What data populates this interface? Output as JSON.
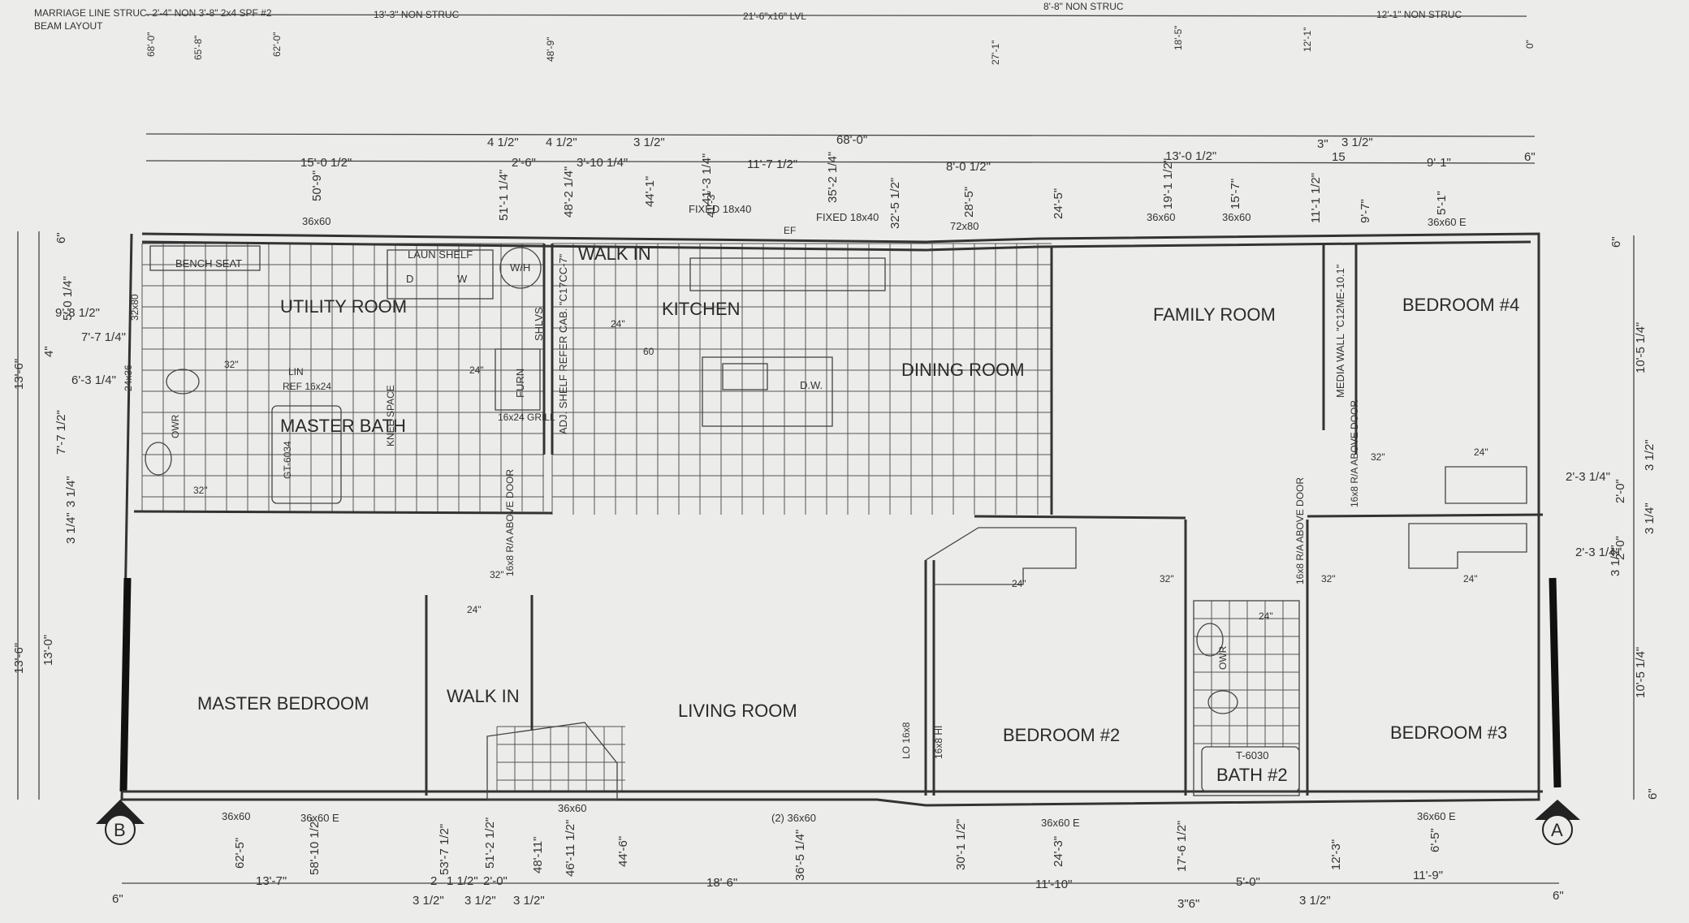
{
  "header_notes": {
    "line1": "MARRIAGE LINE STRUC. 2'-4\" NON 3'-8\" 2x4 SPF #2",
    "line2": "BEAM LAYOUT",
    "beam_labels": [
      "13'-3\" NON STRUC",
      "21'-6\"x16\" LVL",
      "8'-8\" NON STRUC",
      "12'-1\" NON STRUC"
    ],
    "beam_ticks": [
      "68'-0\"",
      "65'-8\"",
      "62'-0\"",
      "48'-9\"",
      "27'-1\"",
      "18'-5\"",
      "12'-1\"",
      "0\""
    ]
  },
  "rooms": {
    "utility": "UTILITY ROOM",
    "kitchen": "KITCHEN",
    "dining": "DINING ROOM",
    "family": "FAMILY ROOM",
    "bedroom4": "BEDROOM #4",
    "master_bath": "MASTER BATH",
    "master_bedroom": "MASTER BEDROOM",
    "walk_in_1": "WALK IN",
    "walk_in_2": "WALK IN",
    "living": "LIVING ROOM",
    "bedroom2": "BEDROOM #2",
    "bedroom3": "BEDROOM #3",
    "bath2": "BATH #2"
  },
  "fixtures": {
    "bench_seat": "BENCH SEAT",
    "laun_shelf": "LAUN SHELF",
    "dryer": "D",
    "washer": "W",
    "water_heater": "W/H",
    "shelves": "SHLVS",
    "furnace": "FURN",
    "grill": "16x24 GRILL",
    "refer_cab": "ADJ. SHELF REFER CAB. \"C17CC-7\"",
    "dishwasher": "D.W.",
    "media_wall": "MEDIA WALL \"C12ME-10.1\"",
    "tub": "T-6030",
    "linen": "LIN",
    "owr": "OWR",
    "knee_space": "KNEE SPACE",
    "fixed_1": "FIXED 18x40",
    "fixed_2": "FIXED 18x40",
    "ra_door_1": "16x8 R/A ABOVE DOOR",
    "ra_door_2": "16x8 R/A ABOVE DOOR",
    "ra_door_3": "16x8 R/A ABOVE DOOR"
  },
  "windows_top": [
    "36x60",
    "41'-3\"",
    "72x80",
    "36x60",
    "36x60",
    "36x60 E"
  ],
  "windows_bottom": [
    "36x60",
    "36x60 E",
    "36x60",
    "(2) 36x60",
    "36x60 E",
    "36x60 E"
  ],
  "door_widths": [
    "32\"",
    "24\"",
    "60",
    "24\"",
    "32\"",
    "24\"",
    "32\"",
    "32\"",
    "24\"",
    "24\"",
    "32\"",
    "32\"",
    "24\"",
    "24\""
  ],
  "dims_top_overall": "68'-0\"",
  "dims_top": [
    "15'-0 1/2\"",
    "2'-6\"",
    "3'-10 1/4\"",
    "11'-7 1/2\"",
    "8'-0 1/2\"",
    "13'-0 1/2\"",
    "15",
    "9'-1\"",
    "6\"",
    "4 1/2\"",
    "4 1/2\"",
    "3 1/2\"",
    "3\"",
    "3 1/2\""
  ],
  "dims_top_vertical": [
    "50'-9\"",
    "51'-1 1/4\"",
    "48'-2 1/4\"",
    "44'-1\"",
    "41'-3 1/4\"",
    "35'-2 1/4\"",
    "32'-5 1/2\"",
    "28'-5\"",
    "24'-5\"",
    "19'-1 1/2\"",
    "15'-7\"",
    "11'-1 1/2\"",
    "9'-7\"",
    "5'-1\""
  ],
  "dims_bottom": [
    "13'-7\"",
    "2",
    "1 1/2\"",
    "2'-0\"",
    "18'-6\"",
    "11'-10\"",
    "5'-0\"",
    "11'-9\"",
    "6\"",
    "6\"",
    "3 1/2\"",
    "3 1/2\"",
    "3 1/2\"",
    "3\"6\"",
    "3 1/2\""
  ],
  "dims_bottom_vertical": [
    "62'-5\"",
    "58'-10 1/2\"",
    "53'-7 1/2\"",
    "51'-2 1/2\"",
    "48'-11\"",
    "46'-11 1/2\"",
    "44'-6\"",
    "36'-5 1/4\"",
    "30'-1 1/2\"",
    "24'-3\"",
    "17'-6 1/2\"",
    "12'-3\"",
    "6'-5\""
  ],
  "dims_left": [
    "13'-6\"",
    "13'-6\"",
    "13'-0\"",
    "9'-8 1/2\"",
    "7'-7 1/4\"",
    "6'-3 1/4\"",
    "5'-0 1/4\"",
    "7'-7 1/2\"",
    "3 1/4\"",
    "3 1/4\"",
    "4\"",
    "6\""
  ],
  "dims_right": [
    "10'-5 1/4\"",
    "10'-5 1/4\"",
    "2'-3 1/4\"",
    "2'-0\"",
    "2'-3 1/4\"",
    "2'-0\"",
    "3 1/2\"",
    "3 1/2\"",
    "3 1/4\"",
    "6\"",
    "6\""
  ],
  "markers": {
    "left": "B",
    "right": "A"
  },
  "misc": [
    "EF",
    "LO 16x8",
    "16x8 HI",
    "32x80",
    "24x36",
    "GT-6034",
    "REF 16x24"
  ]
}
